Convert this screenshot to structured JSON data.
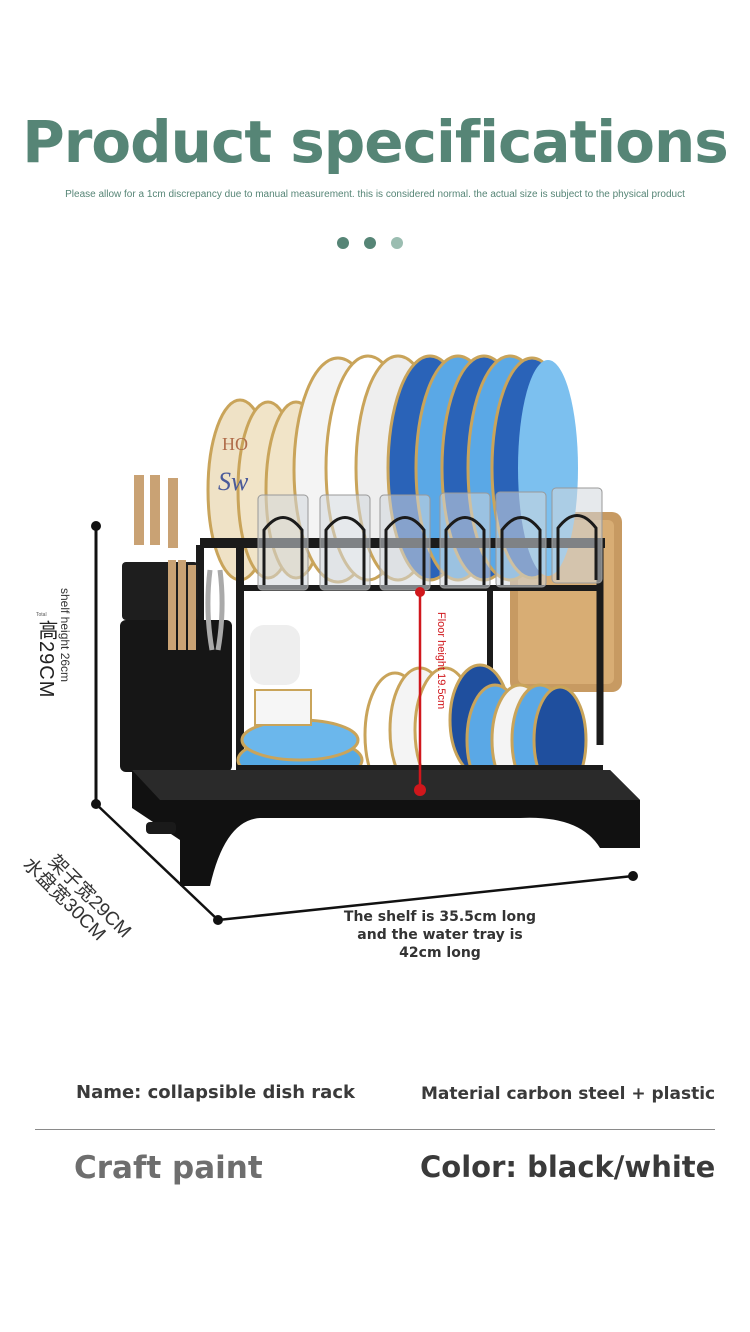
{
  "header": {
    "title": "Product specifications",
    "subtitle": "Please allow for a 1cm discrepancy due to manual measurement. this is considered normal. the actual size is subject to the physical product",
    "dots": [
      {
        "color": "#568576"
      },
      {
        "color": "#568576"
      },
      {
        "color": "#9bbdb1"
      }
    ]
  },
  "dimensions": {
    "shelf_height": "shelf height 26cm",
    "total_small": "Total",
    "total_height": "高29CM",
    "floor_height": "Floor height 19.5cm",
    "width_line1": "架子宽29CM",
    "width_line2": "水盘宽30CM",
    "length": "The shelf is 35.5cm long and the water tray is 42cm long"
  },
  "specs": {
    "name": "Name: collapsible dish rack",
    "material": "Material carbon steel + plastic",
    "craft": "Craft paint",
    "color": "Color: black/white"
  },
  "colors": {
    "accent": "#568576",
    "measure_red": "#d0171c",
    "text_dark": "#3a3a3a",
    "text_grey": "#6e6e6e"
  }
}
